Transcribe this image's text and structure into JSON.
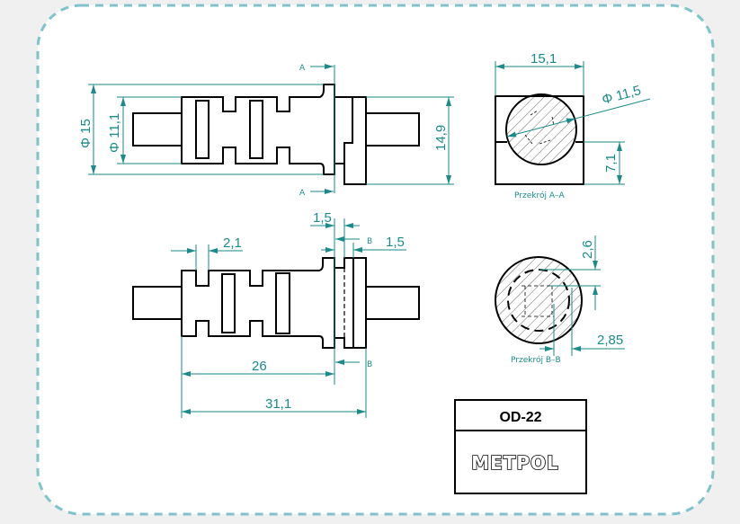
{
  "drawing": {
    "front_view": {
      "section_marker": "A",
      "dim_outer_diameter": "Φ 15",
      "dim_inner_diameter": "Φ 11,1",
      "dim_height": "14,9"
    },
    "section_a": {
      "caption": "Przekrój A–A",
      "dim_width": "15,1",
      "dim_diameter": "Φ 11,5",
      "dim_half_height": "7,1"
    },
    "bottom_view": {
      "section_marker": "B",
      "dim_groove": "2,1",
      "dim_gap_1": "1,5",
      "dim_gap_2": "1,5",
      "dim_length_1": "26",
      "dim_length_2": "31,1"
    },
    "section_b": {
      "caption": "Przekrój B–B",
      "dim_1": "2,6",
      "dim_2": "2,85"
    },
    "title_block": {
      "part_number": "OD-22",
      "logo_text": "METPOL"
    }
  },
  "colors": {
    "dimension": "#1a8a8a",
    "frame": "#7fc3cc",
    "outline": "#000000"
  }
}
